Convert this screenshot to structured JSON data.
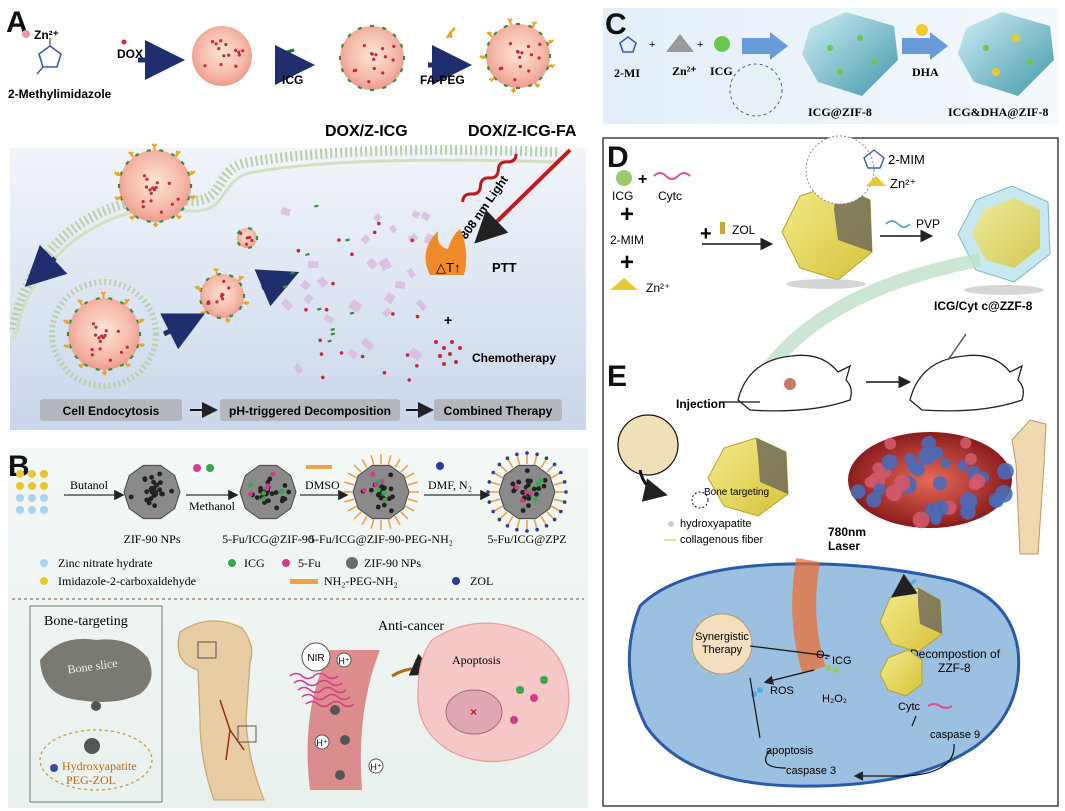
{
  "panels": {
    "a": "A",
    "b": "B",
    "c": "C",
    "d": "D",
    "e": "E"
  },
  "panel_a": {
    "zn": "Zn²⁺",
    "dox": "DOX",
    "methylimidazole": "2-Methylimidazole",
    "icg": "ICG",
    "fa_peg": "FA-PEG",
    "product1": "DOX/Z-ICG",
    "product2": "DOX/Z-ICG-FA",
    "light": "808 nm Light",
    "delta_t": "△T↑",
    "ptt": "PTT",
    "plus": "+",
    "chemo": "Chemotherapy",
    "steps": [
      "Cell Endocytosis",
      "pH-triggered Decomposition",
      "Combined Therapy"
    ]
  },
  "panel_b": {
    "butanol": "Butanol",
    "zif90": "ZIF-90 NPs",
    "methanol": "Methanol",
    "p1": "5-Fu/ICG@ZIF-90",
    "dmso": "DMSO",
    "p2": "5-Fu/ICG@ZIF-90-PEG-NH₂",
    "dmf": "DMF, N₂",
    "p3": "5-Fu/ICG@ZPZ",
    "legend": [
      "Zinc nitrate hydrate",
      "ICG",
      "5-Fu",
      "ZIF-90 NPs",
      "Imidazole-2-carboxaldehyde",
      "NH₂-PEG-NH₂",
      "ZOL"
    ],
    "bone_targeting": "Bone-targeting",
    "bone_slice": "Bone slice",
    "hydroxyapatite": "Hydroxyapatite",
    "peg_zol": "PEG-ZOL",
    "anti_cancer": "Anti-cancer",
    "nir": "NIR",
    "h_plus": "H⁺",
    "apoptosis": "Apoptosis"
  },
  "panel_c": {
    "mi": "2-MI",
    "zn": "Zn²⁺",
    "icg": "ICG",
    "product1": "ICG@ZIF-8",
    "dha": "DHA",
    "product2": "ICG&DHA@ZIF-8"
  },
  "panel_d": {
    "icg": "ICG",
    "cytc": "Cytc",
    "mim": "2-MIM",
    "zn": "Zn²⁺",
    "zol": "ZOL",
    "pvp": "PVP",
    "legend_mim": "2-MIM",
    "legend_zn": "Zn²⁺",
    "product": "ICG/Cyt c@ZZF-8"
  },
  "panel_e": {
    "injection": "Injection",
    "bone_targeting": "Bone targeting",
    "hydroxyapatite": "hydroxyapatite",
    "collagen": "collagenous fiber",
    "laser": "780nm\nLaser",
    "synergistic": "Synergistic\nTherapy",
    "o2": "O₂",
    "icg": "ICG",
    "ros": "ROS",
    "h2o2": "H₂O₂",
    "cytc": "Cytc",
    "decomposition": "Decompostion of\nZZF-8",
    "caspase9": "caspase 9",
    "caspase3": "caspase 3",
    "apoptosis": "apoptosis"
  },
  "colors": {
    "pink_np": "#f5b8a8",
    "dox_red": "#c8283c",
    "icg_green": "#3c8c3c",
    "fa_orange": "#e8a428",
    "cell_blue": "#6e8cd2",
    "zif_yellow": "#e8d84c"
  }
}
